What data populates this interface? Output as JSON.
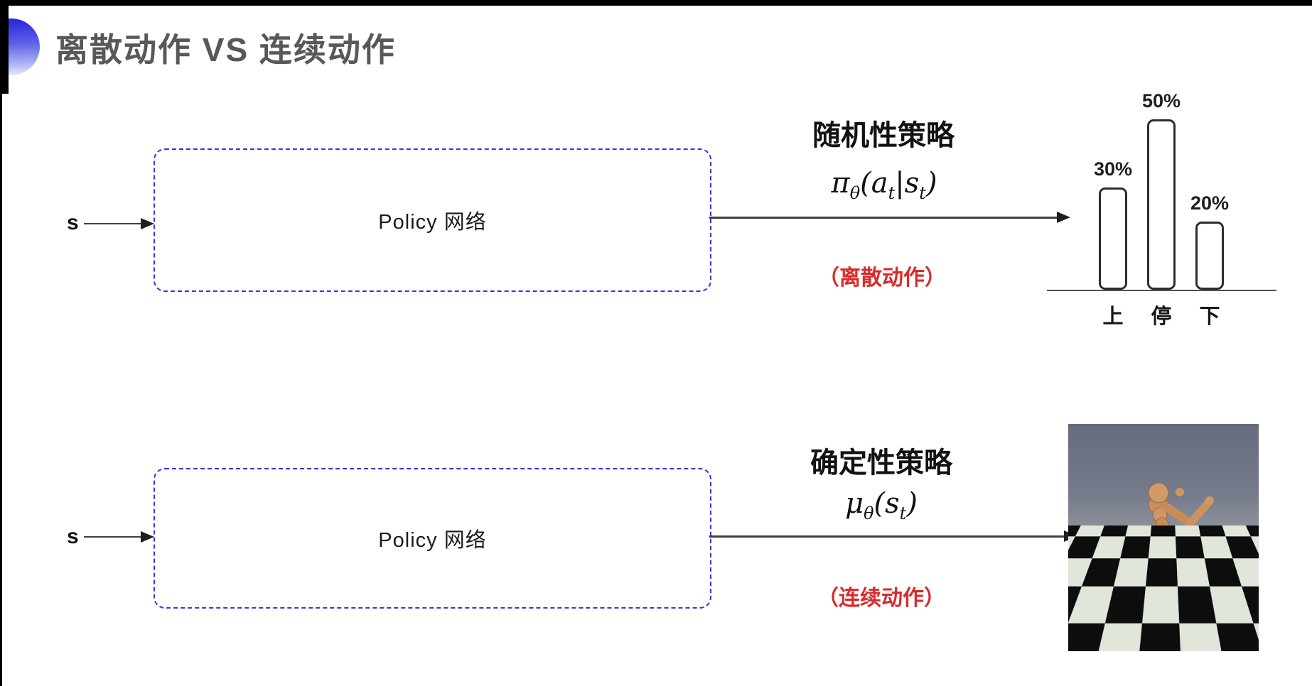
{
  "title": {
    "text": "离散动作 VS 连续动作"
  },
  "colors": {
    "accent_blue": "#3636e0",
    "note_red": "#d92b2b",
    "title_gray": "#58585c",
    "ink": "#1c1c1c"
  },
  "icons": {
    "title_bullet": "blue-gradient-sphere-bullet",
    "robot_scene": "mujoco-humanoid-on-checkerboard"
  },
  "top_row": {
    "state_label": "s",
    "box_label": "Policy 网络",
    "policy_title": "随机性策略",
    "formula": {
      "p1": "π",
      "s1": "θ",
      "p2": "(a",
      "s2": "t",
      "p3": "|s",
      "s3": "t",
      "p4": ")"
    },
    "action_note": "（离散动作）"
  },
  "bottom_row": {
    "state_label": "s",
    "box_label": "Policy 网络",
    "policy_title": "确定性策略",
    "formula": {
      "p1": "μ",
      "s1": "θ",
      "p2": "(s",
      "s2": "t",
      "p3": ")"
    },
    "action_note": "（连续动作）"
  },
  "chart_data": {
    "type": "bar",
    "title": "",
    "xlabel": "",
    "ylabel": "",
    "categories": [
      "上",
      "停",
      "下"
    ],
    "values": [
      30,
      50,
      20
    ],
    "value_labels": [
      "30%",
      "50%",
      "20%"
    ],
    "ylim": [
      0,
      55
    ],
    "grid": false,
    "legend": false,
    "style": "outlined rounded bars, labels above bars, category labels under axis"
  }
}
